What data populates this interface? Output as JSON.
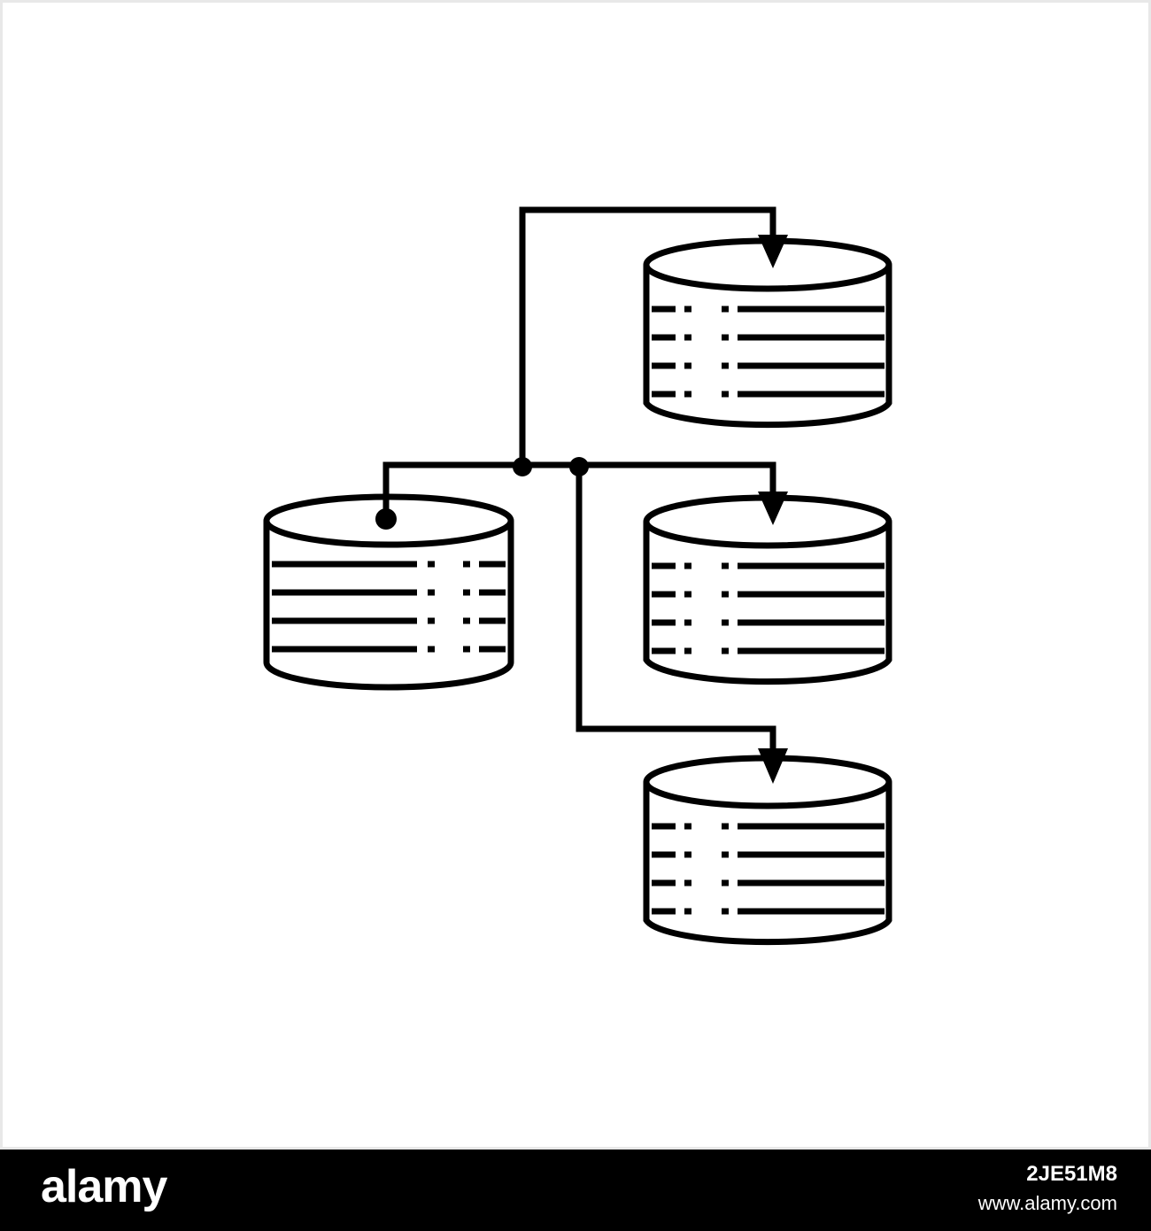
{
  "footer": {
    "brand": "alamy",
    "image_id": "2JE51M8",
    "site": "www.alamy.com"
  },
  "colors": {
    "stroke": "#000000",
    "background": "#ffffff",
    "footer_background": "#000000",
    "footer_text": "#ffffff"
  },
  "icons": [
    "database-icon",
    "arrow-down-icon",
    "junction-dot-icon",
    "connector-line-icon"
  ]
}
